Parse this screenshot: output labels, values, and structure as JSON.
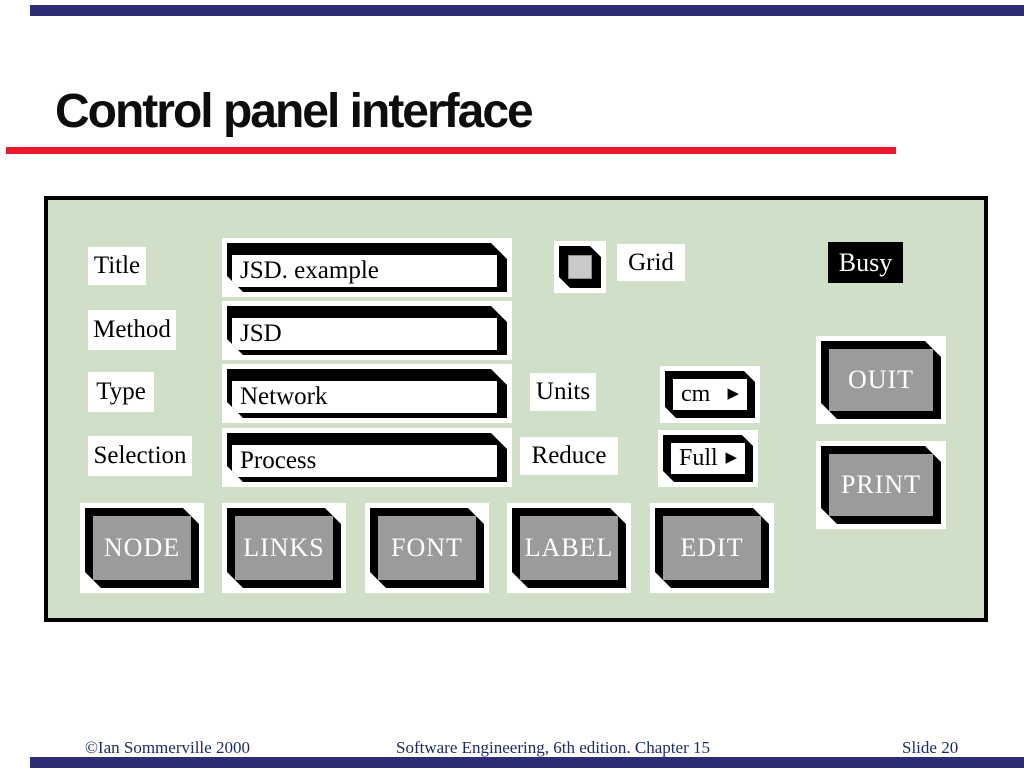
{
  "slide": {
    "title": "Control panel interface",
    "footer": {
      "copyright": "©Ian Sommerville 2000",
      "center": "Software Engineering, 6th edition. Chapter 15",
      "slide_number": "Slide 20"
    },
    "colors": {
      "accent_red": "#e8182d",
      "bar_navy": "#2b2d77",
      "panel_green": "#cfdfc8",
      "button_gray": "#9b9b9b",
      "checkbox_gray": "#c9c9c9",
      "badge_black": "#000000",
      "footer_blue": "#1c2a6a"
    }
  },
  "panel": {
    "fields": [
      {
        "label": "Title",
        "value": "JSD. example"
      },
      {
        "label": "Method",
        "value": "JSD"
      },
      {
        "label": "Type",
        "value": "Network"
      },
      {
        "label": "Selection",
        "value": "Process"
      }
    ],
    "checkbox": {
      "label": "Grid",
      "checked": false
    },
    "status_badge": "Busy",
    "dropdowns": [
      {
        "label": "Units",
        "value": "cm",
        "arrow_icon": "▶"
      },
      {
        "label": "Reduce",
        "value": "Full",
        "arrow_icon": "▶"
      }
    ],
    "right_buttons": [
      {
        "label": "OUIT"
      },
      {
        "label": "PRINT"
      }
    ],
    "bottom_buttons": [
      {
        "label": "NODE"
      },
      {
        "label": "LINKS"
      },
      {
        "label": "FONT"
      },
      {
        "label": "LABEL"
      },
      {
        "label": "EDIT"
      }
    ]
  }
}
